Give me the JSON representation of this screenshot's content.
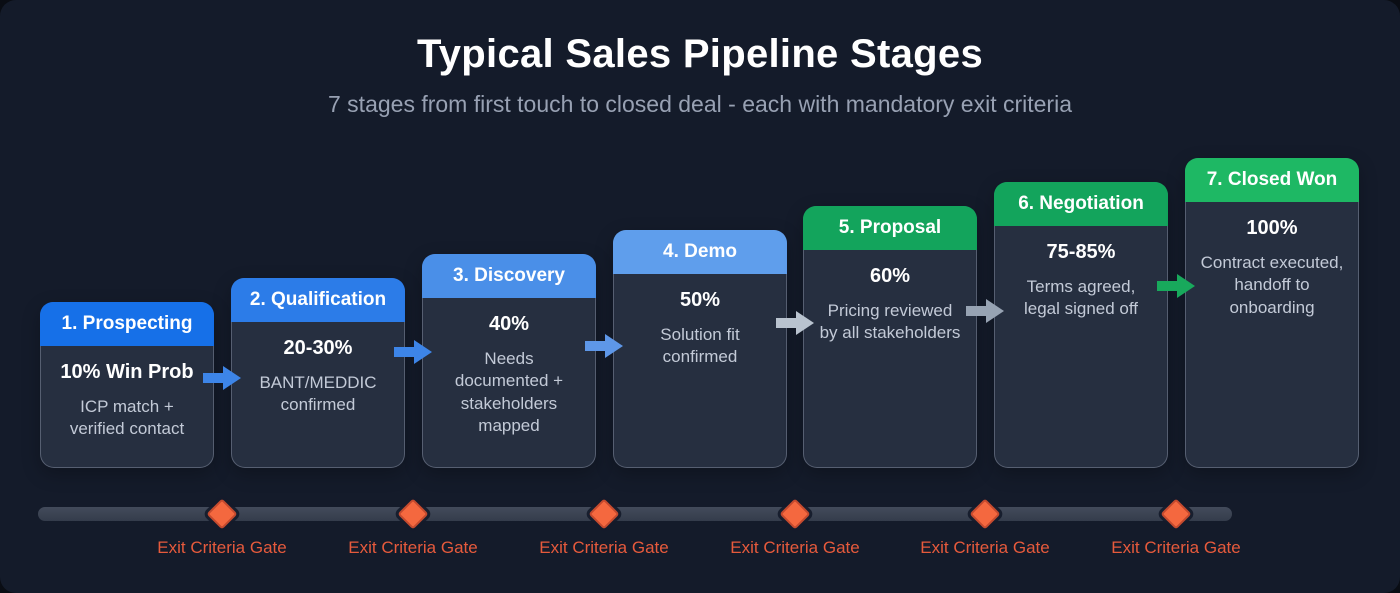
{
  "header": {
    "title": "Typical Sales Pipeline Stages",
    "subtitle": "7 stages from first touch to closed deal - each with mandatory exit criteria"
  },
  "stages": [
    {
      "label": "1. Prospecting",
      "prob": "10% Win Prob",
      "desc": "ICP match + verified contact",
      "header_color": "#1670e8"
    },
    {
      "label": "2. Qualification",
      "prob": "20-30%",
      "desc": "BANT/MEDDIC confirmed",
      "header_color": "#2c7ce8"
    },
    {
      "label": "3. Discovery",
      "prob": "40%",
      "desc": "Needs documented + stakeholders mapped",
      "header_color": "#4a8fe8"
    },
    {
      "label": "4. Demo",
      "prob": "50%",
      "desc": "Solution fit confirmed",
      "header_color": "#5f9eec"
    },
    {
      "label": "5. Proposal",
      "prob": "60%",
      "desc": "Pricing reviewed by all stakeholders",
      "header_color": "#13a45c"
    },
    {
      "label": "6. Negotiation",
      "prob": "75-85%",
      "desc": "Terms agreed, legal signed off",
      "header_color": "#13a45c"
    },
    {
      "label": "7. Closed Won",
      "prob": "100%",
      "desc": "Contract executed, handoff to onboarding",
      "header_color": "#1eb864"
    }
  ],
  "arrows": [
    {
      "name": "arrow-prospecting-to-qualification",
      "color": "#3d85e8"
    },
    {
      "name": "arrow-qualification-to-discovery",
      "color": "#3d85e8"
    },
    {
      "name": "arrow-discovery-to-demo",
      "color": "#5e97e8"
    },
    {
      "name": "arrow-demo-to-proposal",
      "color": "#b9c3cf"
    },
    {
      "name": "arrow-proposal-to-negotiation",
      "color": "#97a3b3"
    },
    {
      "name": "arrow-negotiation-to-closedwon",
      "color": "#18a95c"
    }
  ],
  "timeline": {
    "diamond_color": "#f4683f",
    "label_color": "#e65a3c",
    "gates": [
      {
        "label": "Exit Criteria Gate"
      },
      {
        "label": "Exit Criteria Gate"
      },
      {
        "label": "Exit Criteria Gate"
      },
      {
        "label": "Exit Criteria Gate"
      },
      {
        "label": "Exit Criteria Gate"
      },
      {
        "label": "Exit Criteria Gate"
      }
    ]
  },
  "colors": {
    "background": "#141b2a",
    "card_body": "#2c3447",
    "timeline_bar": "#3b4352"
  }
}
